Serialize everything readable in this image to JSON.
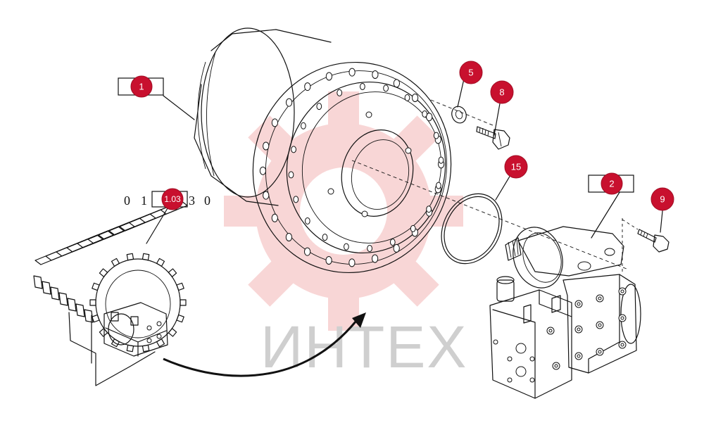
{
  "callouts": {
    "c1": "1",
    "c2": "2",
    "c5": "5",
    "c8": "8",
    "c9": "9",
    "c15": "15",
    "ref": "1.03"
  },
  "reference_code": {
    "d0": "0",
    "d1": "1",
    "d3": "3",
    "d4": "0"
  },
  "watermark": {
    "text": "ИНТЕХ",
    "color": "#f6c6c6"
  },
  "colors": {
    "callout": "#c8102e",
    "line": "#111111"
  }
}
